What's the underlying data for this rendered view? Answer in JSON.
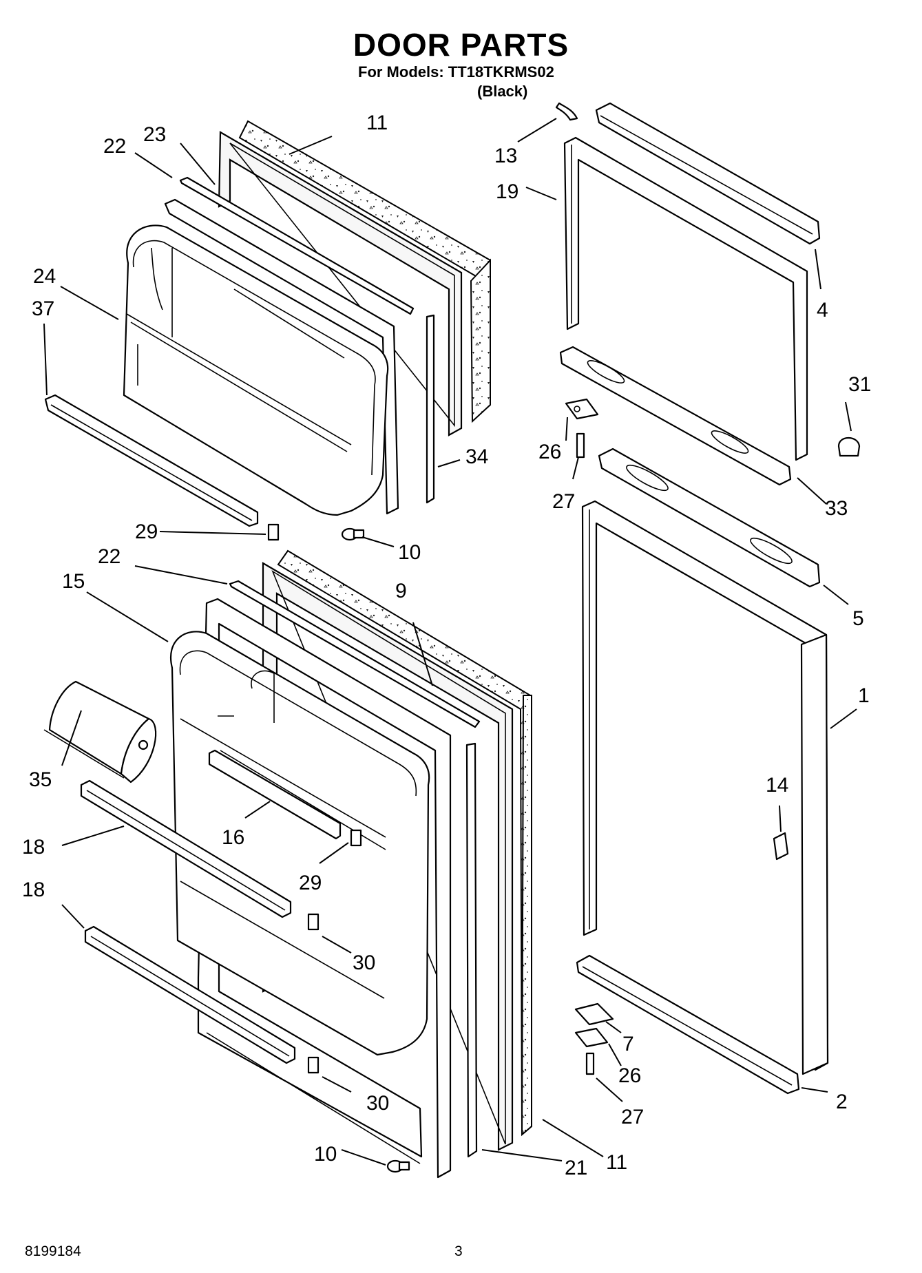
{
  "header": {
    "title": "DOOR PARTS",
    "models_line": "For Models: TT18TKRMS02",
    "color_line": "(Black)"
  },
  "footer": {
    "doc_number": "8199184",
    "page_number": "3"
  },
  "callouts": {
    "c1": "1",
    "c2": "2",
    "c4": "4",
    "c5": "5",
    "c7": "7",
    "c9": "9",
    "c10a": "10",
    "c10b": "10",
    "c11a": "11",
    "c11b": "11",
    "c13": "13",
    "c14": "14",
    "c15": "15",
    "c16": "16",
    "c18a": "18",
    "c18b": "18",
    "c19": "19",
    "c21": "21",
    "c22a": "22",
    "c22b": "22",
    "c23": "23",
    "c24": "24",
    "c26a": "26",
    "c26b": "26",
    "c27a": "27",
    "c27b": "27",
    "c29a": "29",
    "c29b": "29",
    "c30a": "30",
    "c30b": "30",
    "c31": "31",
    "c33": "33",
    "c34": "34",
    "c35": "35",
    "c37": "37"
  }
}
